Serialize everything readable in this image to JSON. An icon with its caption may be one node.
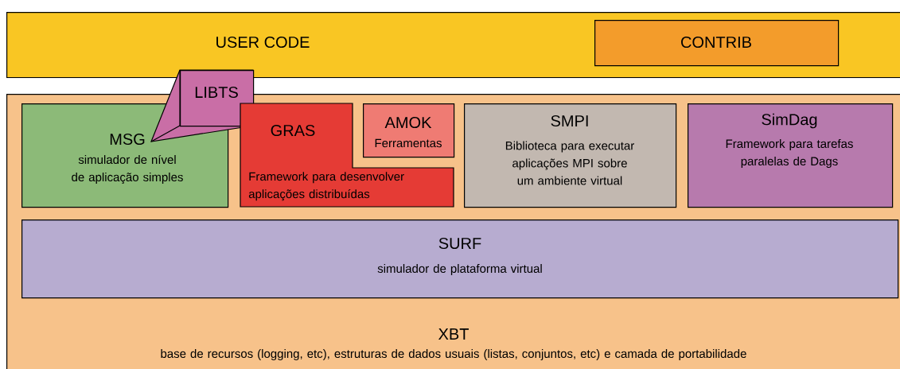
{
  "diagram": {
    "nodes": [
      {
        "text": [
          "USER CODE"
        ]
      },
      {
        "text": [
          "CONTRIB"
        ],
        "in": 0
      },
      {
        "text": [
          "XBT",
          "base de recursos (logging, etc), estruturas de dados usuais (listas, conjuntos, etc) e camada de portabilidade"
        ]
      },
      {
        "text": [
          "MSG",
          "simulador de nível de aplicação simples"
        ],
        "in": 2
      },
      {
        "text": [
          "LIBTS"
        ]
      },
      {
        "text": [
          "GRAS",
          "Framework para desenvolver aplicações distribuídas"
        ],
        "in": 2
      },
      {
        "text": [
          "AMOK",
          "Ferramentas"
        ],
        "in": 2
      },
      {
        "text": [
          "SMPI",
          "Biblioteca para executar aplicações MPI sobre um ambiente virtual"
        ],
        "in": 2
      },
      {
        "text": [
          "SimDag",
          "Framework para tarefas paralelas de Dags"
        ],
        "in": 2
      },
      {
        "text": [
          "SURF",
          "simulador de plataforma virtual"
        ],
        "in": 2
      }
    ]
  }
}
